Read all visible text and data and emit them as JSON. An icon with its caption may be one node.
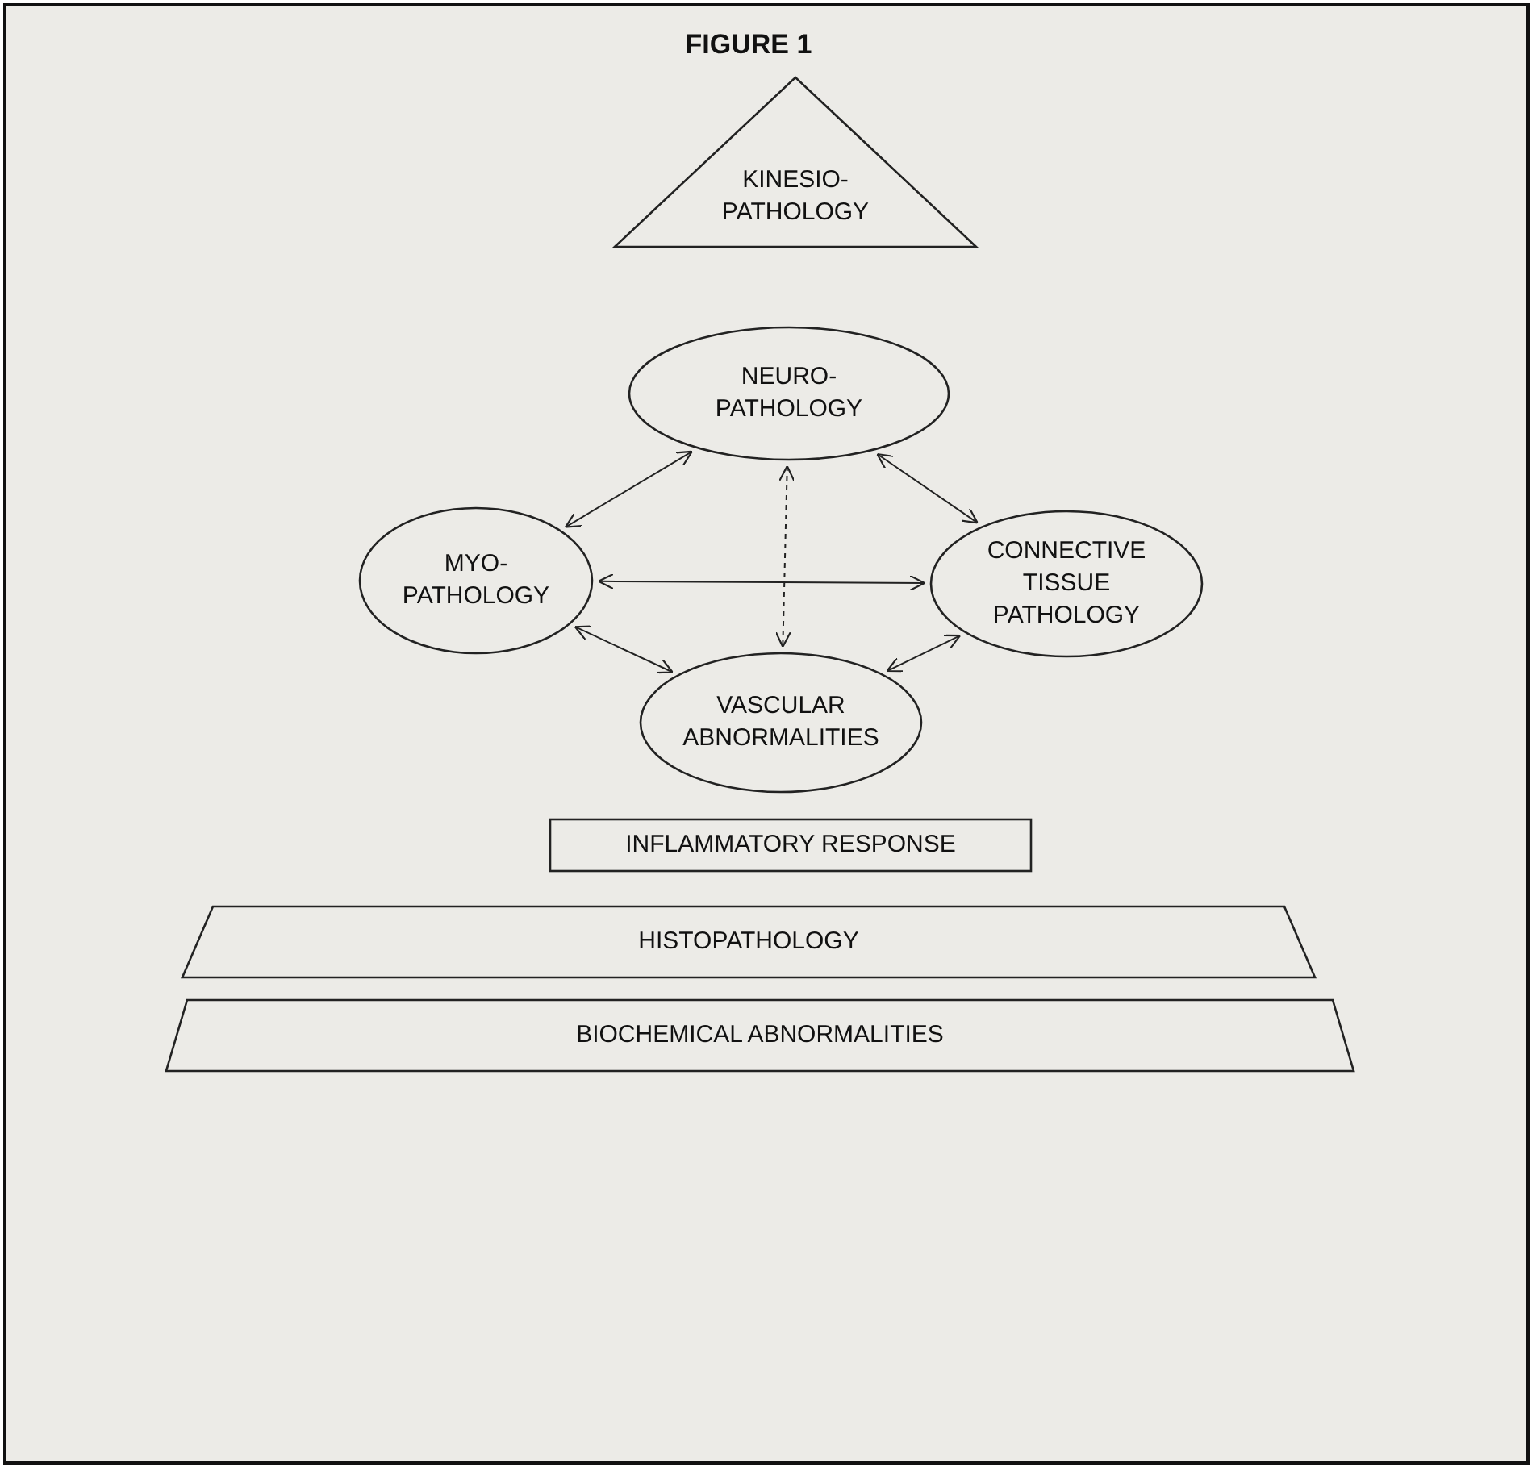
{
  "diagram": {
    "title": "FIGURE 1",
    "nodes": [
      {
        "text": [
          "KINESIO- PATHOLOGY"
        ]
      },
      {
        "text": [
          "NEURO- PATHOLOGY"
        ]
      },
      {
        "text": [
          "MYO- PATHOLOGY"
        ]
      },
      {
        "text": [
          "CONNECTIVE TISSUE PATHOLOGY"
        ]
      },
      {
        "text": [
          "VASCULAR ABNORMALITIES"
        ]
      },
      {
        "text": [
          "INFLAMMATORY RESPONSE"
        ]
      },
      {
        "text": [
          "HISTOPATHOLOGY"
        ]
      },
      {
        "text": [
          "BIOCHEMICAL ABNORMALITIES"
        ]
      }
    ],
    "edges": [
      {
        "from": 2,
        "to": 1,
        "arrow": "both"
      },
      {
        "from": 1,
        "to": 3,
        "arrow": "both"
      },
      {
        "from": 2,
        "to": 3,
        "arrow": "both"
      },
      {
        "from": 1,
        "to": 4,
        "arrow": "both",
        "style": "dashed"
      },
      {
        "from": 2,
        "to": 4,
        "arrow": "both"
      },
      {
        "from": 4,
        "to": 3,
        "arrow": "both"
      }
    ]
  }
}
